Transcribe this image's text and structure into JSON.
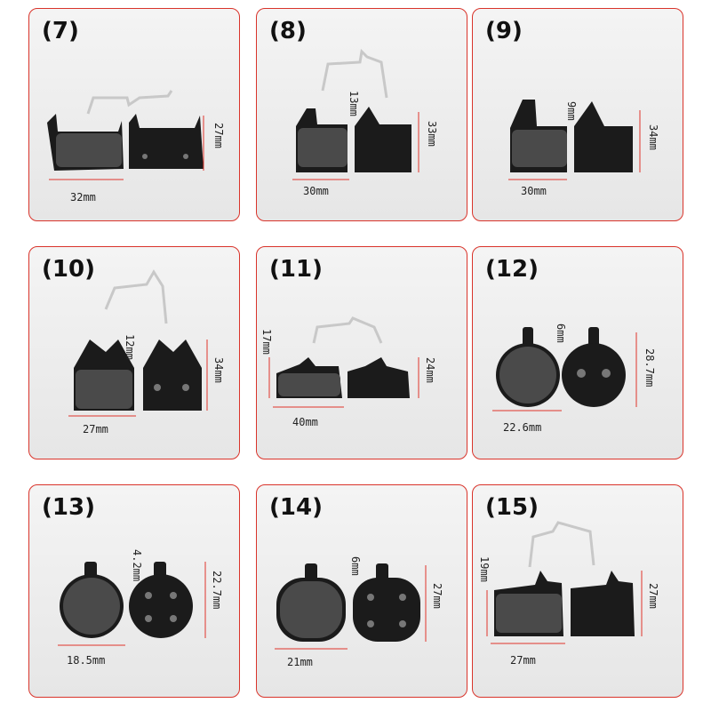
{
  "panels": [
    {
      "label": "(7)",
      "dims": [
        "32mm",
        "27mm"
      ]
    },
    {
      "label": "(8)",
      "dims": [
        "30mm",
        "13mm",
        "33mm"
      ]
    },
    {
      "label": "(9)",
      "dims": [
        "30mm",
        "9mm",
        "34mm"
      ]
    },
    {
      "label": "(10)",
      "dims": [
        "27mm",
        "12mm",
        "34mm"
      ]
    },
    {
      "label": "(11)",
      "dims": [
        "40mm",
        "17mm",
        "24mm"
      ]
    },
    {
      "label": "(12)",
      "dims": [
        "22.6mm",
        "6mm",
        "28.7mm"
      ]
    },
    {
      "label": "(13)",
      "dims": [
        "18.5mm",
        "4.2mm",
        "22.7mm"
      ]
    },
    {
      "label": "(14)",
      "dims": [
        "21mm",
        "6mm",
        "27mm"
      ]
    },
    {
      "label": "(15)",
      "dims": [
        "27mm",
        "19mm",
        "27mm"
      ]
    }
  ],
  "colors": {
    "border": "#d9342b",
    "pad_back": "#1b1b1b",
    "pad_friction": "#4a4a4a",
    "dim_line": "#e0342b",
    "spring": "#c8c8c8"
  }
}
